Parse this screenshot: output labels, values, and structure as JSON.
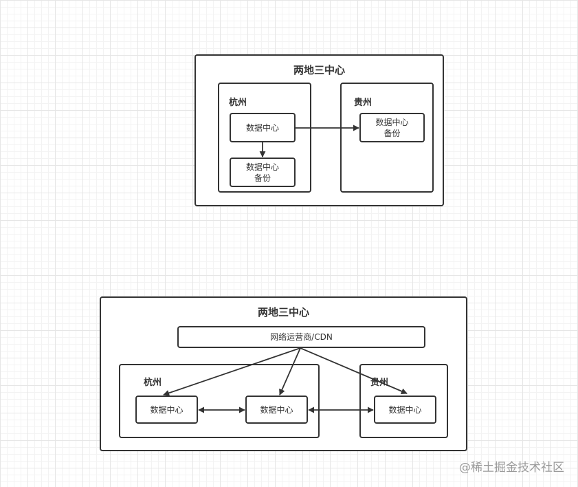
{
  "top_diagram": {
    "title": "两地三中心",
    "hangzhou": {
      "label": "杭州",
      "primary_line1": "数据中心",
      "backup_line1": "数据中心",
      "backup_line2": "备份"
    },
    "guizhou": {
      "label": "贵州",
      "backup_line1": "数据中心",
      "backup_line2": "备份"
    }
  },
  "bottom_diagram": {
    "title": "两地三中心",
    "carrier_label": "网络运营商/CDN",
    "hangzhou": {
      "label": "杭州",
      "dc1_label": "数据中心",
      "dc2_label": "数据中心"
    },
    "guizhou": {
      "label": "贵州",
      "dc_label": "数据中心"
    }
  },
  "watermark": "@稀土掘金技术社区",
  "colors": {
    "stroke": "#333333",
    "grid": "#e6e6e6",
    "watermark": "#9a9a9a"
  }
}
